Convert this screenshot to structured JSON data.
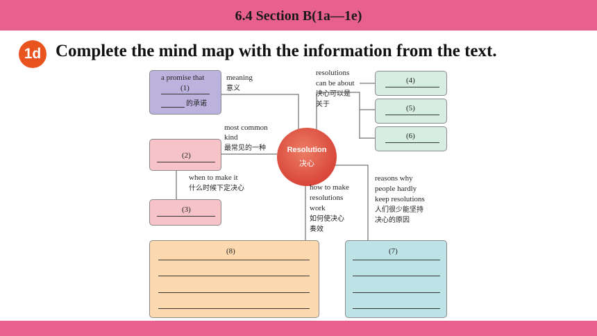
{
  "header": {
    "title": "6.4  Section B(1a—1e)"
  },
  "task": {
    "badge": "1d",
    "instruction": "Complete the mind map with the information from the text."
  },
  "mindmap": {
    "center": {
      "line1": "Resolution",
      "line2": "决心"
    },
    "meaning": {
      "label_en": "meaning",
      "label_cn": "意义",
      "box_line1": "a promise that",
      "box_num": "(1)",
      "box_cn": "的承诺"
    },
    "common": {
      "label_en_1": "most common",
      "label_en_2": "kind",
      "label_cn": "最常见的一种",
      "box_num": "(2)"
    },
    "when": {
      "label_en": "when to make it",
      "label_cn": "什么时候下定决心",
      "box_num": "(3)"
    },
    "about": {
      "label_en_1": "resolutions",
      "label_en_2": "can be about",
      "label_cn_1": "决心可以是",
      "label_cn_2": "关于",
      "items": [
        "(4)",
        "(5)",
        "(6)"
      ]
    },
    "how": {
      "label_en_1": "how to make",
      "label_en_2": "resolutions",
      "label_en_3": "work",
      "label_cn_1": "如何使决心",
      "label_cn_2": "奏效",
      "box_num": "(8)"
    },
    "reasons": {
      "label_en_1": "reasons why",
      "label_en_2": "people hardly",
      "label_en_3": "keep resolutions",
      "label_cn_1": "人们很少能坚持",
      "label_cn_2": "决心的原因",
      "box_num": "(7)"
    }
  },
  "colors": {
    "bar": "#e8608d",
    "badge": "#e8531e",
    "center": "#d9473a",
    "purple": "#bcb2de",
    "pink": "#f6c3c8",
    "green": "#d6ede2",
    "peach": "#fcd9ae",
    "blue": "#bde3e6"
  }
}
